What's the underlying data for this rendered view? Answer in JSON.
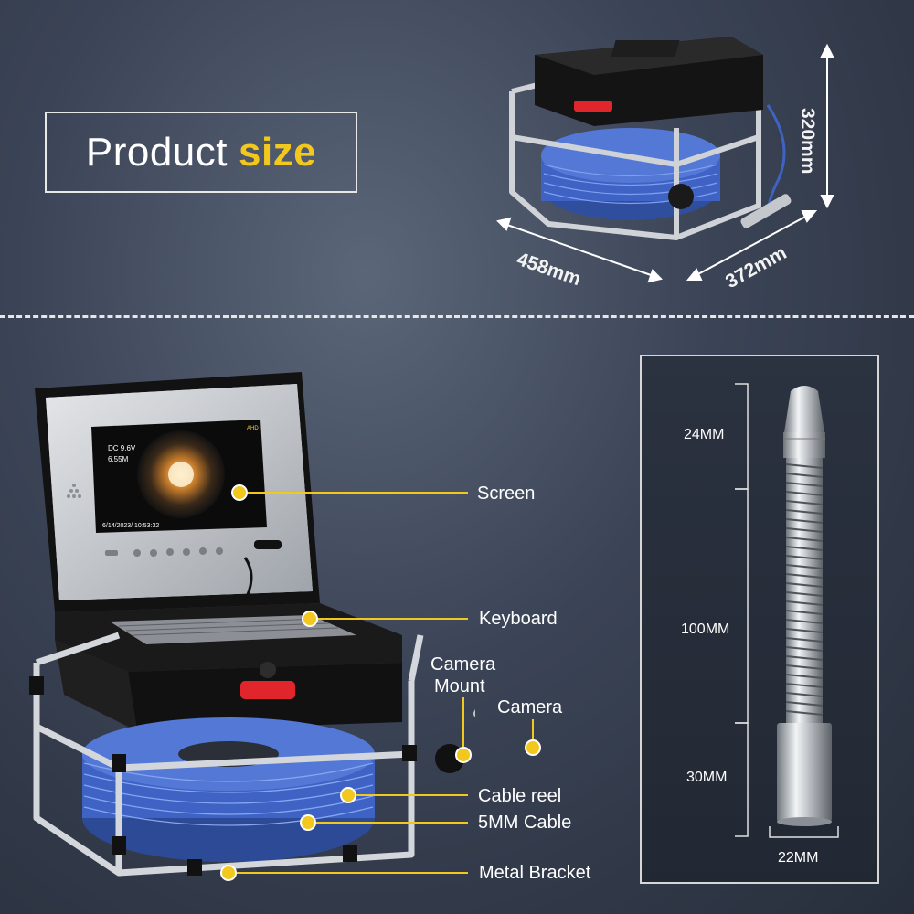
{
  "title": {
    "main": "Product",
    "accent": "size"
  },
  "dimensions": {
    "height": "320mm",
    "width": "458mm",
    "depth": "372mm"
  },
  "callouts": [
    "Screen",
    "Keyboard",
    "Camera",
    "Mount",
    "Camera",
    "Cable reel",
    "5MM Cable",
    "Metal Bracket"
  ],
  "screen_overlay": {
    "line1": "DC 9.6V",
    "line2": "6.55M",
    "mode": "AHD",
    "datetime": "6/14/2023/    10:53:32"
  },
  "camera_specs": {
    "top": "24MM",
    "middle": "100MM",
    "bottom": "30MM",
    "diameter": "22MM"
  },
  "colors": {
    "accent": "#f2c81e",
    "cable": "#3f63c4",
    "case": "#1a1a1a",
    "red_latch": "#e0262b"
  }
}
